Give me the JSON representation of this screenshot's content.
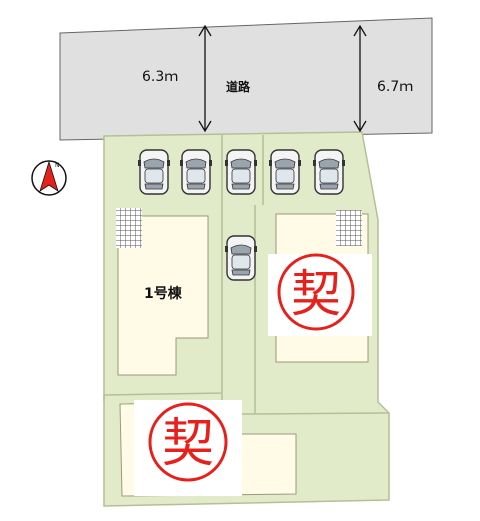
{
  "road": {
    "label": "道路",
    "width_left": "6.3ｍ",
    "width_right": "6.7ｍ"
  },
  "compass": {
    "north_label": "N",
    "icon": "north-arrow-icon"
  },
  "lots": [
    {
      "label": "1号棟",
      "status": "available"
    },
    {
      "label": "",
      "status": "contracted"
    },
    {
      "label": "",
      "status": "contracted"
    }
  ],
  "stamps": {
    "contracted_label": "契",
    "color": "#e8201c"
  },
  "colors": {
    "land": "#e2ebc9",
    "land_border": "#b5bf96",
    "road": "#e0e0e0",
    "house": "#fffbe7"
  },
  "parking": {
    "car_count": 6
  }
}
